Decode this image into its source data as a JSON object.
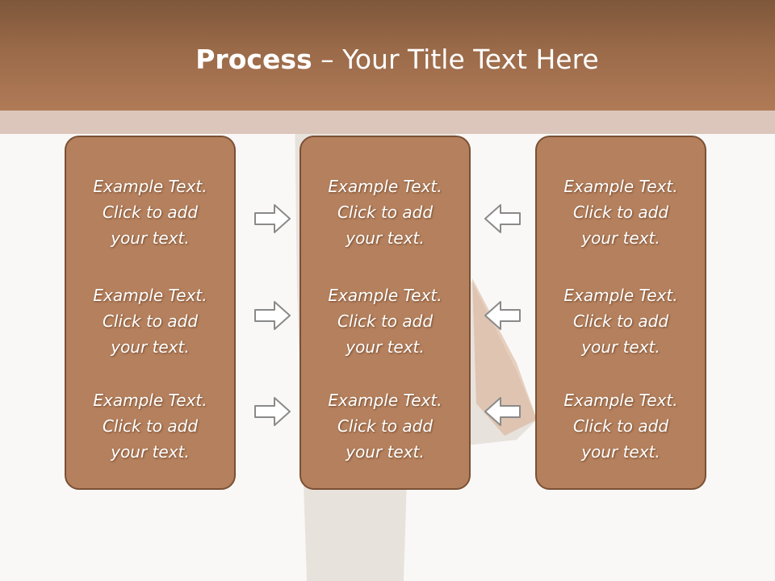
{
  "slide": {
    "title_bold": "Process",
    "title_rest": " – Your Title Text Here"
  },
  "columns": [
    {
      "items": [
        {
          "line1": "Example Text.",
          "line2": "Click  to add",
          "line3": "your text."
        },
        {
          "line1": "Example Text.",
          "line2": "Click  to add",
          "line3": "your text."
        },
        {
          "line1": "Example Text.",
          "line2": "Click  to add",
          "line3": "your text."
        }
      ]
    },
    {
      "items": [
        {
          "line1": "Example Text.",
          "line2": "Click  to add",
          "line3": "your text."
        },
        {
          "line1": "Example Text.",
          "line2": "Click  to add",
          "line3": "your text."
        },
        {
          "line1": "Example Text.",
          "line2": "Click  to add",
          "line3": "your text."
        }
      ]
    },
    {
      "items": [
        {
          "line1": "Example Text.",
          "line2": "Click  to add",
          "line3": "your text."
        },
        {
          "line1": "Example Text.",
          "line2": "Click  to add",
          "line3": "your text."
        },
        {
          "line1": "Example Text.",
          "line2": "Click  to add",
          "line3": "your text."
        }
      ]
    }
  ],
  "icons": {
    "right_arrow": "arrow-right-icon",
    "left_arrow": "arrow-left-icon"
  },
  "colors": {
    "header": "#9a6a49",
    "panel_fill": "#b5805d",
    "panel_border": "#7a5034",
    "arrow_stroke": "#8a8a8a"
  }
}
